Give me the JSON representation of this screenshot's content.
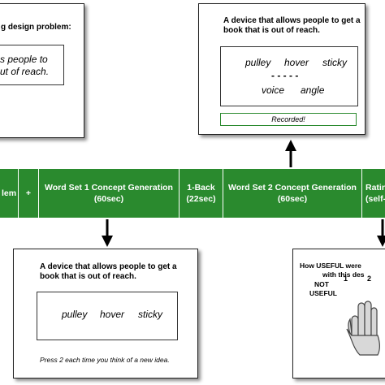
{
  "top_left_panel": {
    "title": "g design problem:",
    "text_line1": "s people to",
    "text_line2": "ut of reach."
  },
  "top_right_panel": {
    "title_line1": "A device that allows people to get a",
    "title_line2": "book that is out of reach.",
    "words_row1": [
      "pulley",
      "hover",
      "sticky"
    ],
    "dashes": "- - - - -",
    "words_row2": [
      "voice",
      "angle"
    ],
    "status": "Recorded!"
  },
  "timeline": {
    "segments": [
      {
        "line1": "lem",
        "line2": ""
      },
      {
        "line1": "+",
        "line2": ""
      },
      {
        "line1": "Word Set 1 Concept Generation",
        "line2": "(60sec)"
      },
      {
        "line1": "1-Back",
        "line2": "(22sec)"
      },
      {
        "line1": "Word Set 2 Concept Generation",
        "line2": "(60sec)"
      },
      {
        "line1": "Ratin",
        "line2": "(self-"
      }
    ],
    "color": "#2a8a2e"
  },
  "bottom_left_panel": {
    "title_line1": "A device that allows people to get a",
    "title_line2": "book that is out of reach.",
    "words": [
      "pulley",
      "hover",
      "sticky"
    ],
    "instruction": "Press 2 each time you think of a new idea."
  },
  "bottom_right_panel": {
    "title_line1": "How USEFUL were",
    "title_line2": "with this des",
    "scale_numbers": [
      "1",
      "2"
    ],
    "not_useful_line1": "NOT",
    "not_useful_line2": "USEFUL"
  }
}
